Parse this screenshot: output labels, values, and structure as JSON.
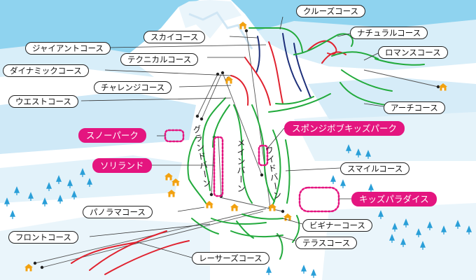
{
  "colors": {
    "sky": "#8fd3ef",
    "snow": "#ffffff",
    "snow_shade": "#cfe9f7",
    "course_green": "#22aa3c",
    "course_red": "#e0222f",
    "course_navy": "#1d2f7a",
    "pink": "#e4157f",
    "lodge": "#f2a10f",
    "tree": "#2a9fd8"
  },
  "icons": {
    "lodge": "house-icon",
    "tree": "tree-icon"
  },
  "labels": {
    "cruise": "クルーズコース",
    "skyline": "スカイコース",
    "natural": "ナチュラルコース",
    "giant": "ジャイアントコース",
    "technical": "テクニカルコース",
    "romance": "ロマンスコース",
    "dynamic": "ダイナミックコース",
    "challenge": "チャレンジコース",
    "west": "ウエストコース",
    "arch": "アーチコース",
    "snowpark": "スノーパーク",
    "spongebob": "スポンジボブキッズパーク",
    "soriland": "ソリランド",
    "smile": "スマイルコース",
    "kidsparadise": "キッズパラダイス",
    "panorama": "パノラマコース",
    "beginner": "ビギナーコース",
    "front": "フロントコース",
    "terrace": "テラスコース",
    "racers": "レーサーズコース"
  },
  "vertical_labels": {
    "grand": "グランドバーン",
    "main": "メインバーン",
    "wide": "ワイドバーン"
  }
}
